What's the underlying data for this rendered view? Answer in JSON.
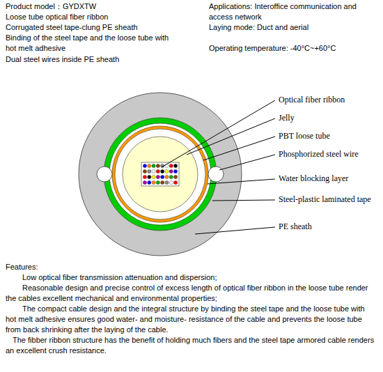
{
  "diagram": {
    "labels": [
      "Product model：GYDXTW",
      "Loose tube optical fiber ribbon",
      "Corrugated steel tape-clung PE sheath",
      "Binding of the steel tape and the loose tube with hot melt adhesive",
      "Dual steel wires inside PE sheath",
      "Applications: Interoffice communication and access network",
      "Laying mode: Duct and aerial",
      "Operating temperature: -40°C~+60°C",
      "Optical fiber ribbon",
      "Jelly",
      "PBT loose tube",
      "Phosphorized steel wire",
      "Water blocking layer",
      "Steel-plastic laminated tape",
      "PE sheath",
      "Features:",
      "Low optical fiber transmission attenuation and dispersion;",
      "Reasonable design and precise control of excess length of optical fiber ribbon in the loose tube render the cables excellent mechanical and environmental properties;",
      "The compact cable design and the integral structure by binding the steel tape and the loose tube with hot melt adhesive ensures good water- and moisture- resistance of the cable and prevents the loose tube from back shrinking after the laying of the cable.",
      "The fibber ribbon structure has the benefit of holding much fibers and the steel tape armored cable renders an excellent crush resistance."
    ]
  }
}
